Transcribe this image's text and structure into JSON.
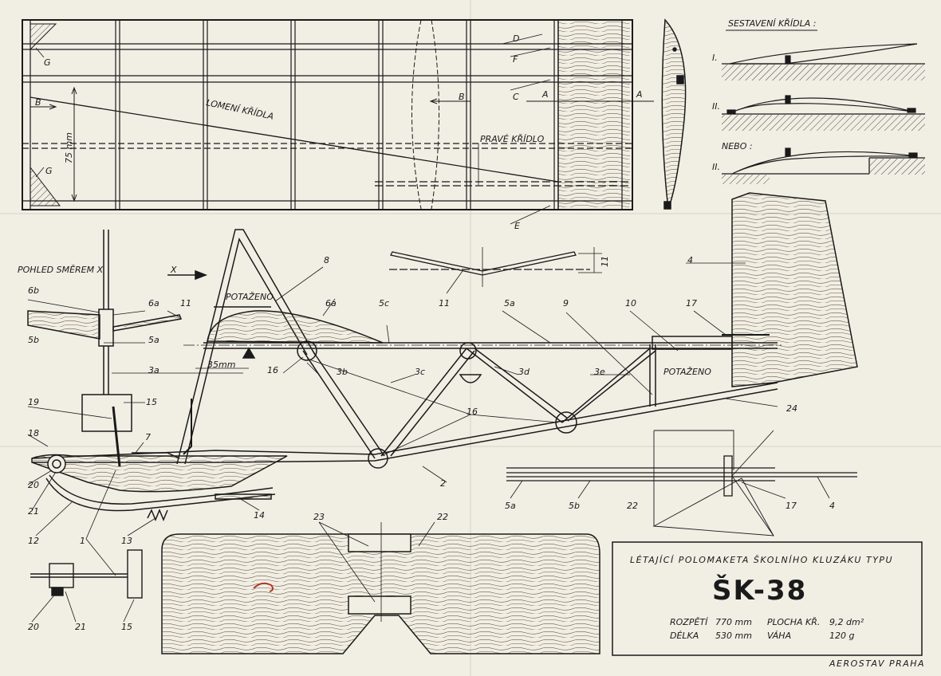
{
  "wing_plan": {
    "labels": {
      "d": "D",
      "f": "F",
      "c": "C",
      "a_left": "A",
      "a_right": "A",
      "b_left": "B",
      "b_mid": "B",
      "g_top": "G",
      "g_bottom": "G",
      "e": "E"
    },
    "dimension": "75 mm",
    "lomeni": "LOMENÍ KŘÍDLA",
    "prave": "PRAVÉ KŘÍDLO"
  },
  "wing_assembly": {
    "title": "SESTAVENÍ KŘÍDLA :",
    "step1": "I.",
    "step2": "II.",
    "nebo": "NEBO :",
    "step3": "II."
  },
  "dihedral": {
    "dim": "11",
    "part": "11"
  },
  "side_view": {
    "x_arrow": "X",
    "pohled": "POHLED SMĚREM X",
    "potazeno_front": "POTAŽENO",
    "potazeno_rear": "POTAŽENO",
    "dim_35": "35mm"
  },
  "parts": {
    "p8": "8",
    "p6a_mid": "6a",
    "p5c": "5c",
    "p5a_top": "5a",
    "p9": "9",
    "p10": "10",
    "p17_top": "17",
    "p4_top": "4",
    "p6b": "6b",
    "p6a_left": "6a",
    "p11_left": "11",
    "p5b": "5b",
    "p5a_left": "5a",
    "p3a": "3a",
    "p16_left": "16",
    "p3b": "3b",
    "p3c": "3c",
    "p3d": "3d",
    "p3e": "3e",
    "p16_mid": "16",
    "p24": "24",
    "p19": "19",
    "p15": "15",
    "p18": "18",
    "p7": "7",
    "p20": "20",
    "p21": "21",
    "p12": "12",
    "p1": "1",
    "p13": "13",
    "p14": "14",
    "p2": "2",
    "p5a_bottom": "5a",
    "p5b_bottom": "5b",
    "p22": "22",
    "p17_bottom": "17",
    "p4_bottom": "4",
    "p23": "23",
    "p22_plate": "22",
    "p20_detail": "20",
    "p21_detail": "21",
    "p15_detail": "15",
    "p1_detail": "1"
  },
  "title_block": {
    "subtitle": "LÉTAJÍCÍ POLOMAKETA ŠKOLNÍHO KLUZÁKU TYPU",
    "model": "ŠK-38",
    "rozpeti_label": "ROZPĚTÍ",
    "rozpeti_value": "770 mm",
    "delka_label": "DÉLKA",
    "delka_value": "530 mm",
    "plocha_label": "PLOCHA KŘ.",
    "plocha_value": "9,2 dm²",
    "vaha_label": "VÁHA",
    "vaha_value": "120 g",
    "publisher": "AEROSTAV  PRAHA"
  }
}
